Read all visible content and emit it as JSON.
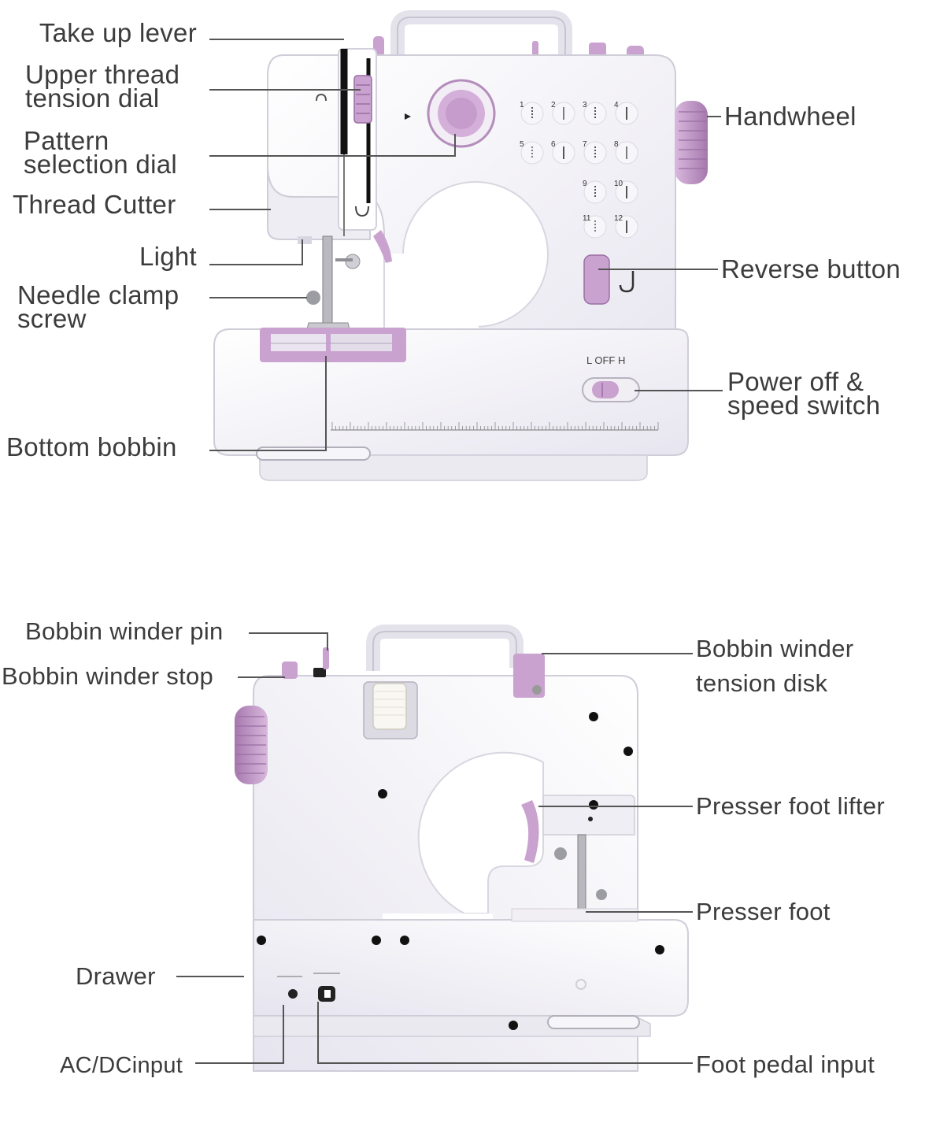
{
  "front_view": {
    "labels": {
      "take_up_lever": "Take up lever",
      "upper_thread_tension_dial": "Upper thread\ntension dial",
      "pattern_selection_dial": "Pattern\nselection dial",
      "thread_cutter": "Thread Cutter",
      "light": "Light",
      "needle_clamp_screw": "Needle clamp\nscrew",
      "bottom_bobbin": "Bottom bobbin",
      "handwheel": "Handwheel",
      "reverse_button": "Reverse button",
      "power_off_speed_switch": "Power off &\nspeed switch"
    },
    "switch_text": "L  OFF  H",
    "stitch_numbers": [
      "1",
      "2",
      "3",
      "4",
      "5",
      "6",
      "7",
      "8",
      "9",
      "10",
      "11",
      "12"
    ]
  },
  "back_view": {
    "labels": {
      "bobbin_winder_pin": "Bobbin winder pin",
      "bobbin_winder_stop": "Bobbin winder stop",
      "bobbin_winder_tension_disk": "Bobbin winder\ntension disk",
      "presser_foot_lifter": "Presser foot lifter",
      "presser_foot": "Presser foot",
      "drawer": "Drawer",
      "ac_dc_input": "AC/DCinput",
      "foot_pedal_input": "Foot pedal input"
    }
  },
  "colors": {
    "body": "#f4f3f8",
    "accent_purple": "#c9a2cf",
    "dark_purple": "#9a6ea3",
    "leader_line": "#555555",
    "label_text": "#3c3c3c"
  }
}
